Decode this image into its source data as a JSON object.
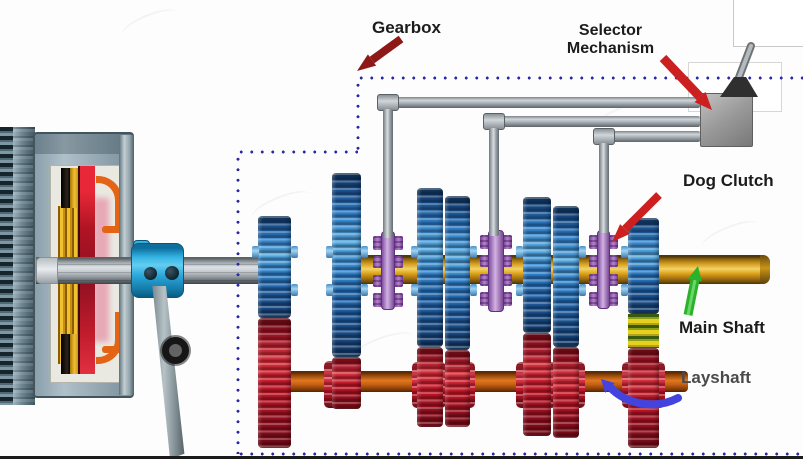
{
  "labels": {
    "gearbox": "Gearbox",
    "selector_line1": "Selector",
    "selector_line2": "Mechanism",
    "dog_clutch": "Dog Clutch",
    "main_shaft": "Main Shaft",
    "layshaft": "Layshaft"
  },
  "colors": {
    "dotted-border": "#2b2ba6",
    "label-text": "#1c1c1c",
    "layshaft-label-text": "#4a4a4a",
    "arrow-dark-red": "#8e1818",
    "arrow-red": "#cc1f1f",
    "arrow-green": "#2ab32a",
    "arrow-blue": "#4343dd",
    "blue-gear": "#2a7cc6",
    "red-gear": "#c21a28",
    "dog-clutch-purple": "#a874c4",
    "main-shaft-gold": "#e2a81e",
    "layshaft-orange": "#c25f12",
    "orange-lever": "#e26414",
    "steel": "#b9c0c5",
    "bearing-cyan": "#2aa6da"
  }
}
